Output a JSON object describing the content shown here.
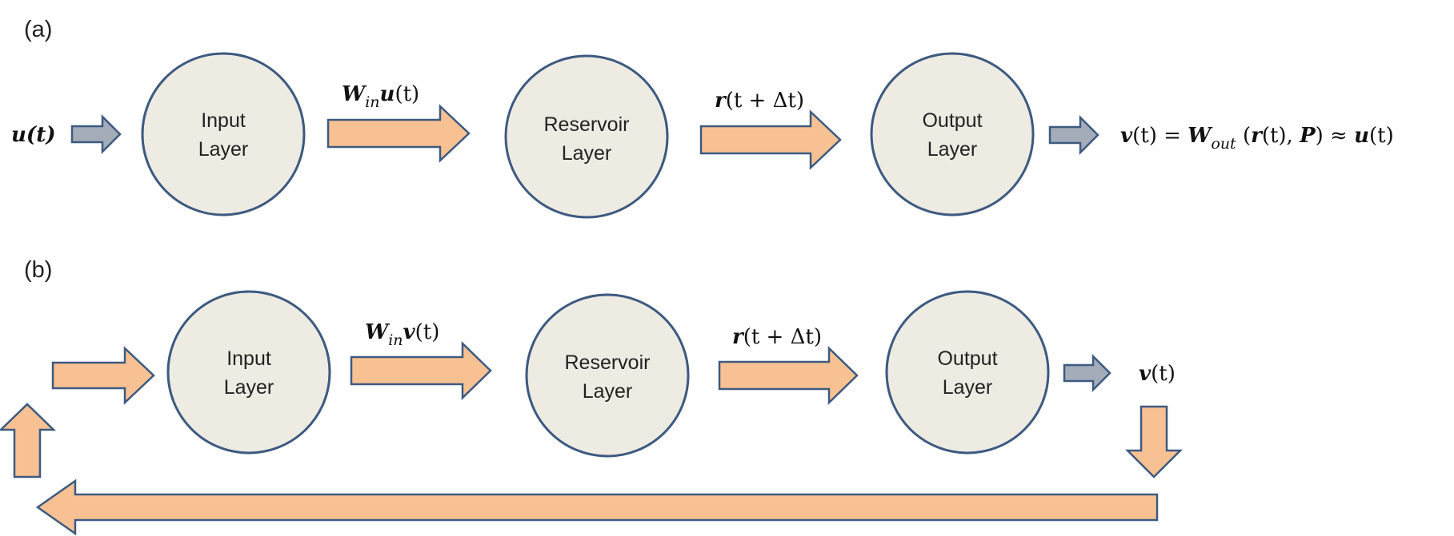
{
  "panel_a": {
    "label": "(a)",
    "input_text": "u(t)",
    "input_layer": [
      "Input",
      "Layer"
    ],
    "edge1": {
      "W": "W",
      "sub": "in",
      "rest": "u",
      "tail": "(t)"
    },
    "reservoir_layer": [
      "Reservoir",
      "Layer"
    ],
    "edge2": {
      "r": "r",
      "tail": "(t + Δt)"
    },
    "output_layer": [
      "Output",
      "Layer"
    ],
    "output_eq": {
      "v": "v",
      "p1": "(t) = ",
      "W": "W",
      "sub": "out",
      "p2": " (",
      "r": "r",
      "p3": "(t), ",
      "P": "P",
      "p4": ") ≈ ",
      "u": "u",
      "p5": "(t)"
    }
  },
  "panel_b": {
    "label": "(b)",
    "input_layer": [
      "Input",
      "Layer"
    ],
    "edge1": {
      "W": "W",
      "sub": "in",
      "rest": "v",
      "tail": "(t)"
    },
    "reservoir_layer": [
      "Reservoir",
      "Layer"
    ],
    "edge2": {
      "r": "r",
      "tail": "(t + Δt)"
    },
    "output_layer": [
      "Output",
      "Layer"
    ],
    "output_text": {
      "v": "v",
      "tail": "(t)"
    }
  },
  "colors": {
    "node_fill": "#eeebe3",
    "node_stroke": "#3d5a80",
    "arrow_orange": "#f8c193",
    "arrow_gray": "#a4acb9"
  }
}
